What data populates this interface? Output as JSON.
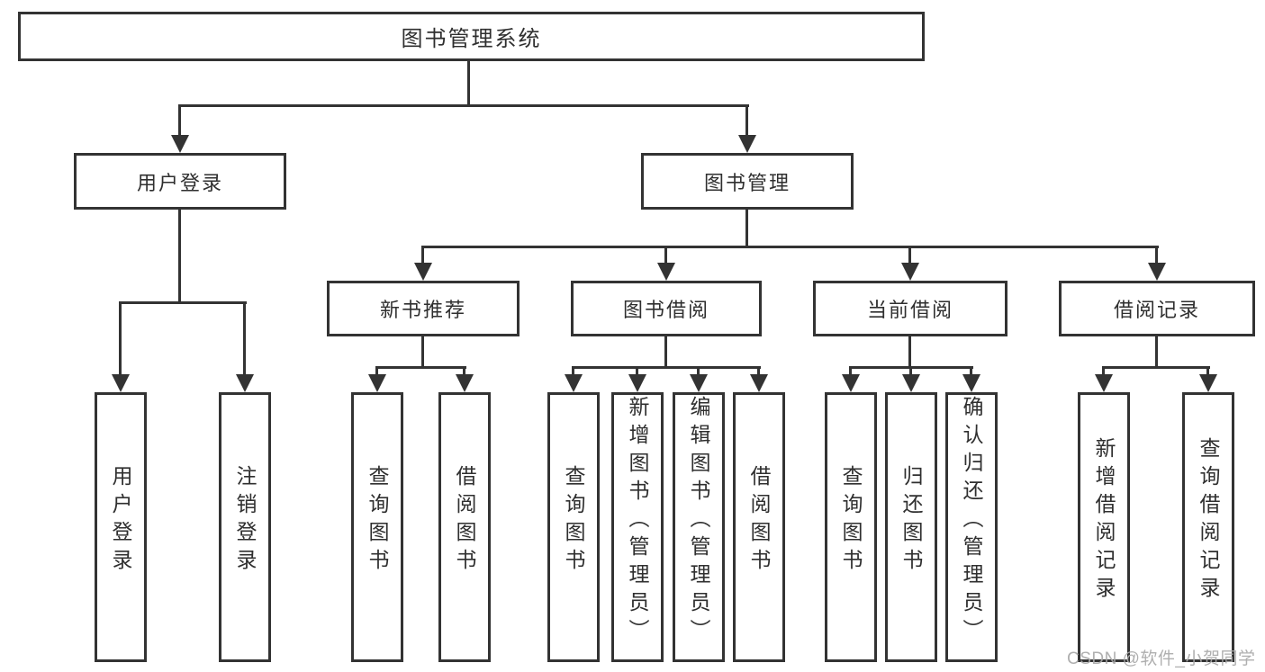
{
  "style": {
    "line_color": "#333333",
    "text_color": "#2f2f2f",
    "box_background": "#ffffff",
    "page_background": "#ffffff"
  },
  "watermark": {
    "text": "CSDN @软件_小贺同学",
    "color": "#a8a8a8"
  },
  "tree": {
    "root": {
      "label": "图书管理系统",
      "children": [
        {
          "label": "用户登录",
          "children": [
            {
              "label": "用户登录"
            },
            {
              "label": "注销登录"
            }
          ]
        },
        {
          "label": "图书管理",
          "children": [
            {
              "label": "新书推荐",
              "children": [
                {
                  "label": "查询图书"
                },
                {
                  "label": "借阅图书"
                }
              ]
            },
            {
              "label": "图书借阅",
              "children": [
                {
                  "label": "查询图书"
                },
                {
                  "label": "新增图书（管理员）"
                },
                {
                  "label": "编辑图书（管理员）"
                },
                {
                  "label": "借阅图书"
                }
              ]
            },
            {
              "label": "当前借阅",
              "children": [
                {
                  "label": "查询图书"
                },
                {
                  "label": "归还图书"
                },
                {
                  "label": "确认归还（管理员）"
                }
              ]
            },
            {
              "label": "借阅记录",
              "children": [
                {
                  "label": "新增借阅记录"
                },
                {
                  "label": "查询借阅记录"
                }
              ]
            }
          ]
        }
      ]
    }
  }
}
